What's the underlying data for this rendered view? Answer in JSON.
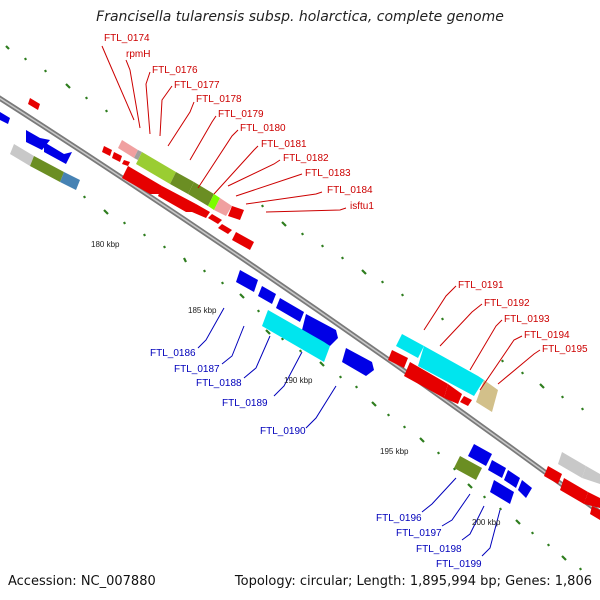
{
  "title": "Francisella tularensis subsp. holarctica, complete genome",
  "footer": {
    "accession": "Accession: NC_007880",
    "topology": "Topology: circular; Length: 1,895,994 bp; Genes: 1,806"
  },
  "colors": {
    "background": "#ffffff",
    "backbone": "#888888",
    "forward_gene": "#0000e6",
    "reverse_gene": "#e60000",
    "ticks": "#2e7d1e",
    "label_red": "#cc0000",
    "label_blue": "#0000bb"
  },
  "scale_labels": [
    "180 kbp",
    "185 kbp",
    "190 kbp",
    "195 kbp",
    "200 kbp"
  ],
  "red_labels": [
    "FTL_0174",
    "rpmH",
    "FTL_0176",
    "FTL_0177",
    "FTL_0178",
    "FTL_0179",
    "FTL_0180",
    "FTL_0181",
    "FTL_0182",
    "FTL_0183",
    "FTL_0184",
    "isftu1",
    "FTL_0191",
    "FTL_0192",
    "FTL_0193",
    "FTL_0194",
    "FTL_0195"
  ],
  "blue_labels": [
    "FTL_0186",
    "FTL_0187",
    "FTL_0188",
    "FTL_0189",
    "FTL_0190",
    "FTL_0196",
    "FTL_0197",
    "FTL_0198",
    "FTL_0199"
  ]
}
